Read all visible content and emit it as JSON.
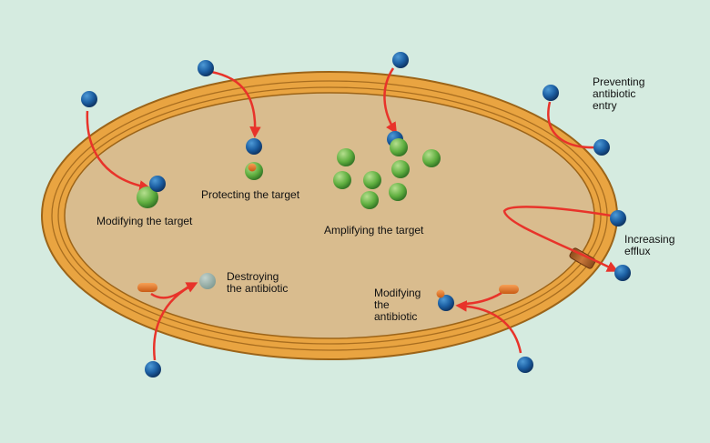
{
  "colors": {
    "background": "#d5ebe0",
    "cell_wall": "#e9a441",
    "cytoplasm": "#d9bc8e",
    "arrow": "#e8332a",
    "antibiotic": "#1c5fa3",
    "target": "#5fae3f",
    "enzyme": "#e8772a"
  },
  "labels": {
    "preventing_entry": "Preventing\nantibiotic\nentry",
    "modifying_target": "Modifying the target",
    "protecting_target": "Protecting the target",
    "amplifying_target": "Amplifying the target",
    "increasing_efflux": "Increasing\nefflux",
    "destroying_antibiotic": "Destroying\nthe antibiotic",
    "modifying_antibiotic": "Modifying\nthe\nantibiotic"
  }
}
